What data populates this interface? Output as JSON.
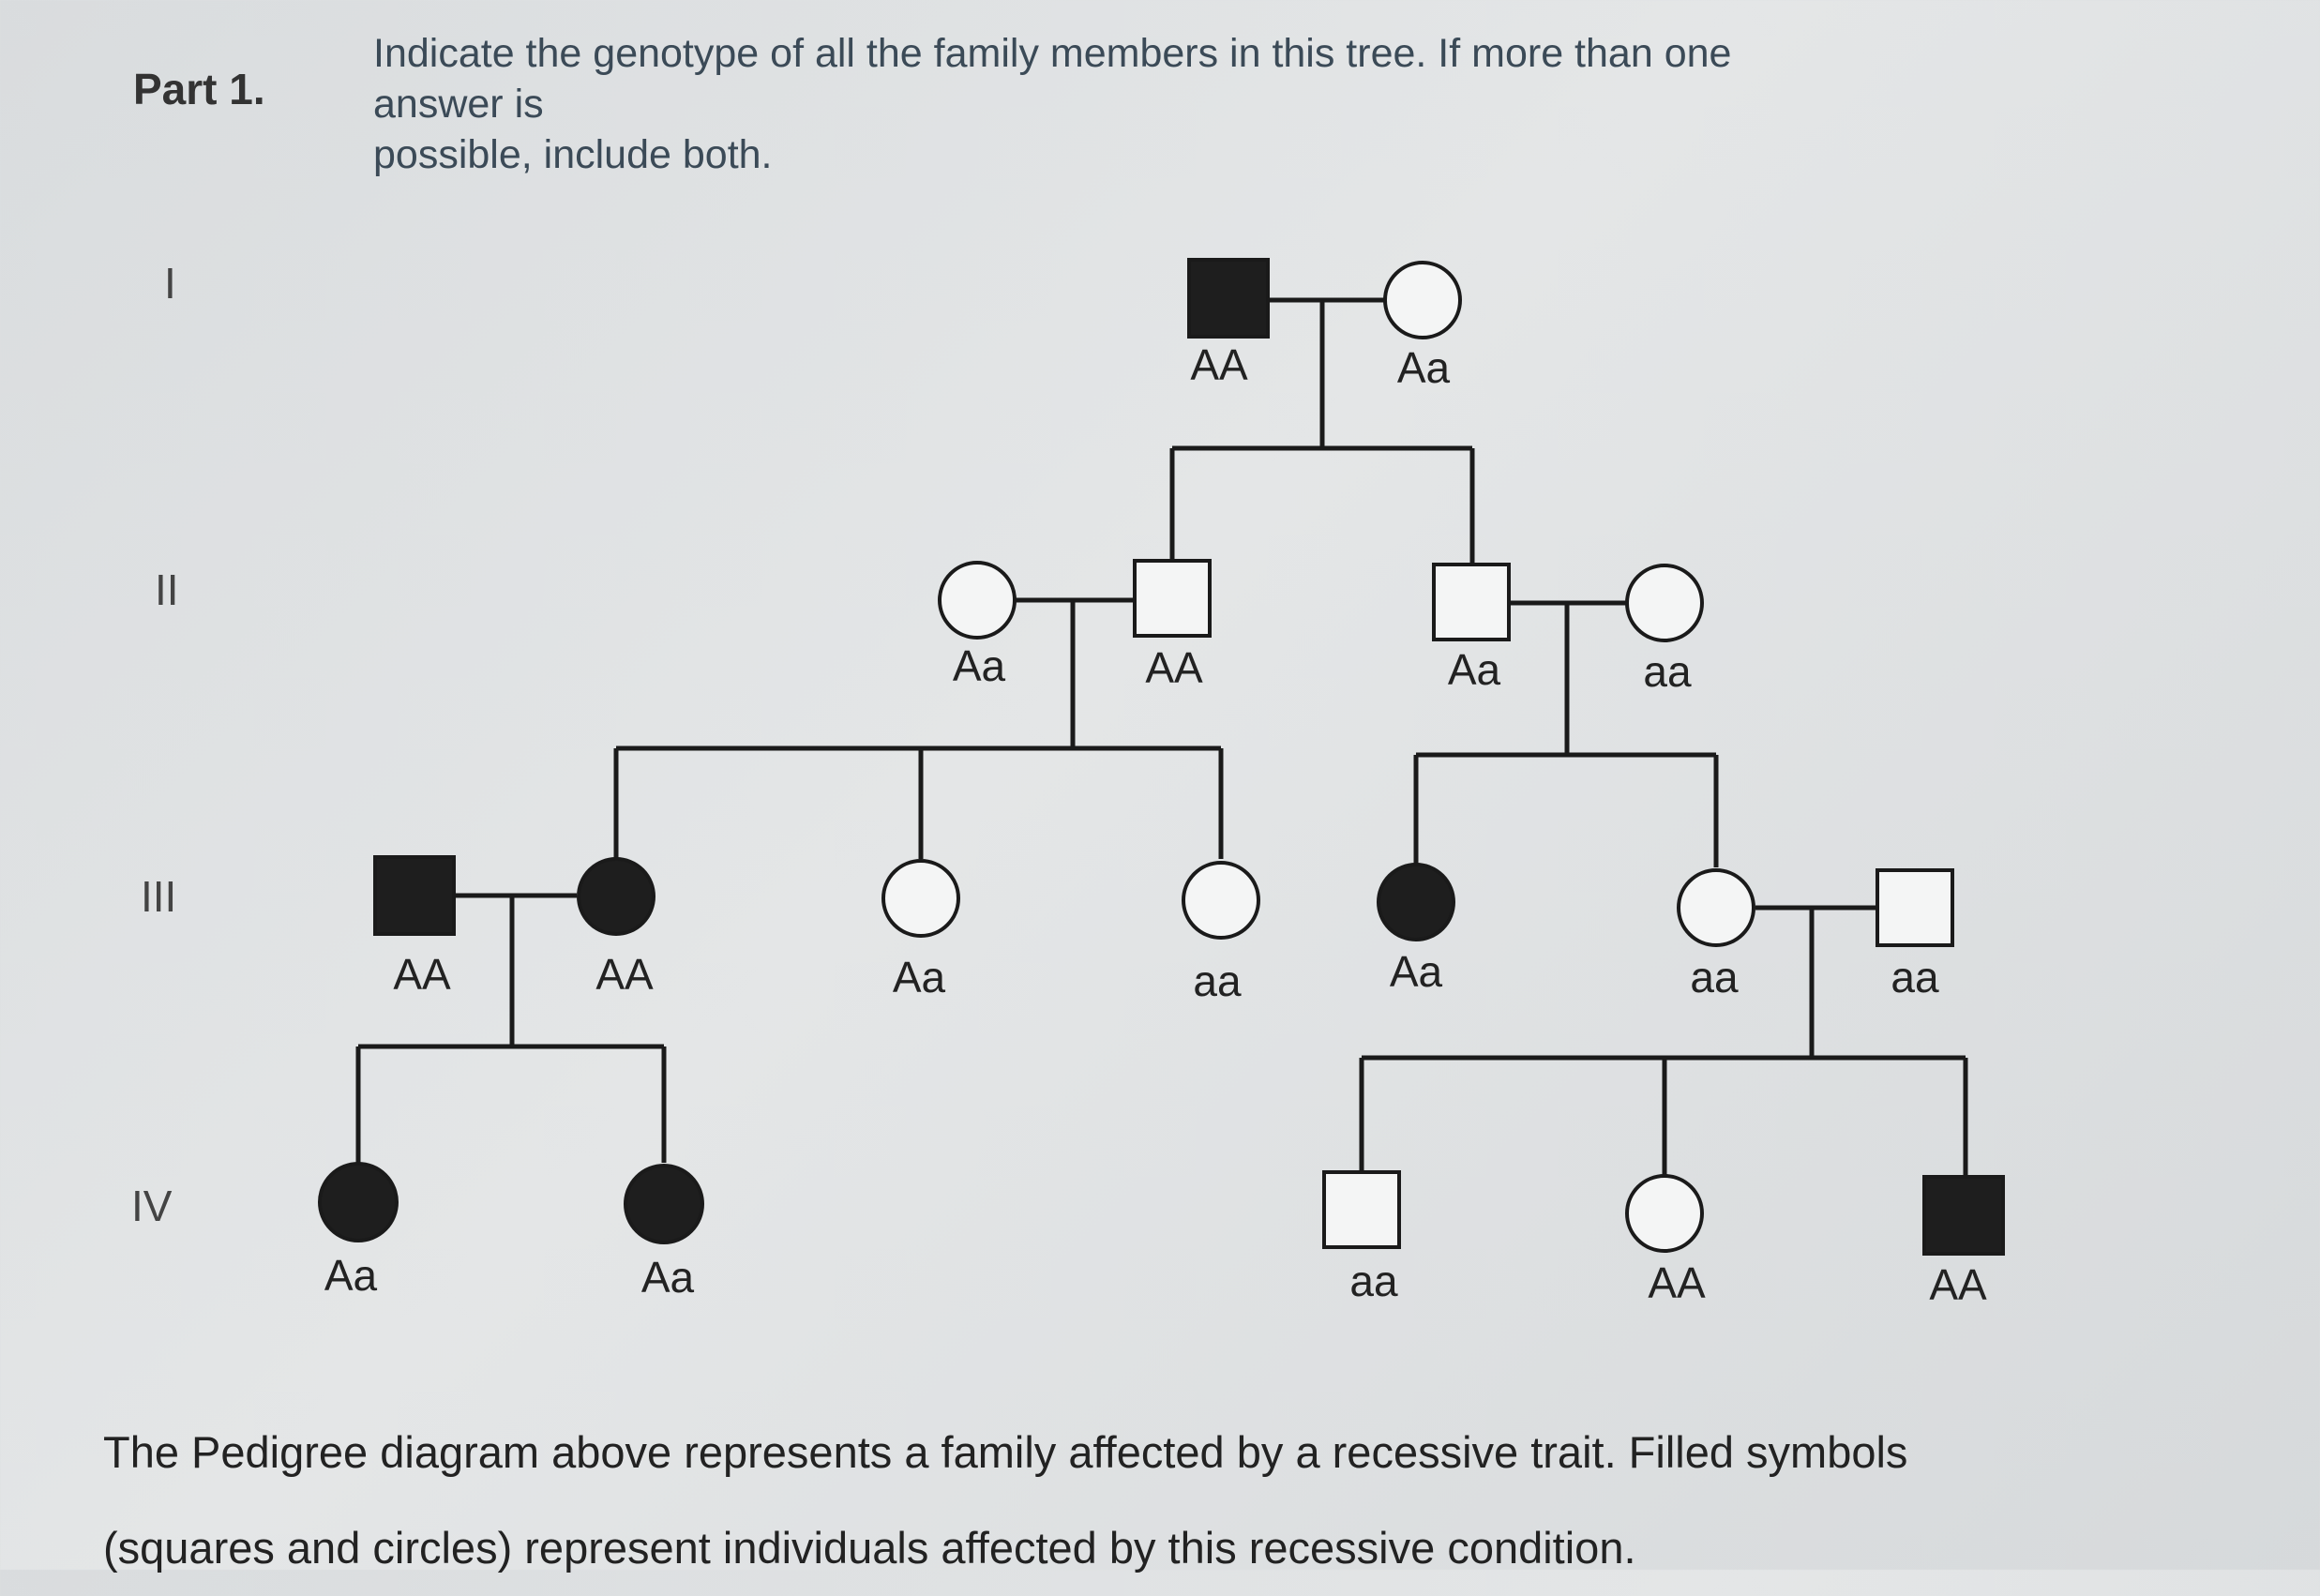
{
  "part_label": "Part 1.",
  "instructions": [
    "Indicate the genotype of all the family members in this tree. If more than one",
    "answer is",
    "possible, include both."
  ],
  "generations": [
    "I",
    "II",
    "III",
    "IV"
  ],
  "genotypes": {
    "g1_father": "AA",
    "g1_mother": "Aa",
    "g2_wife_left": "Aa",
    "g2_son_left": "AA",
    "g2_son_right": "Aa",
    "g2_wife_right": "aa",
    "g3_husband": "AA",
    "g3_daughter1": "AA",
    "g3_daughter2": "Aa",
    "g3_daughter3": "aa",
    "g3_daughter4": "Aa",
    "g3_daughter5": "aa",
    "g3_husband2": "aa",
    "g4_daughter1": "Aa",
    "g4_daughter2": "Aa",
    "g4_son1": "aa",
    "g4_daughter3": "AA",
    "g4_son2": "AA"
  },
  "caption": [
    "The Pedigree diagram above represents a family affected by a recessive trait. Filled symbols",
    "(squares and circles) represent individuals affected by this recessive condition."
  ]
}
